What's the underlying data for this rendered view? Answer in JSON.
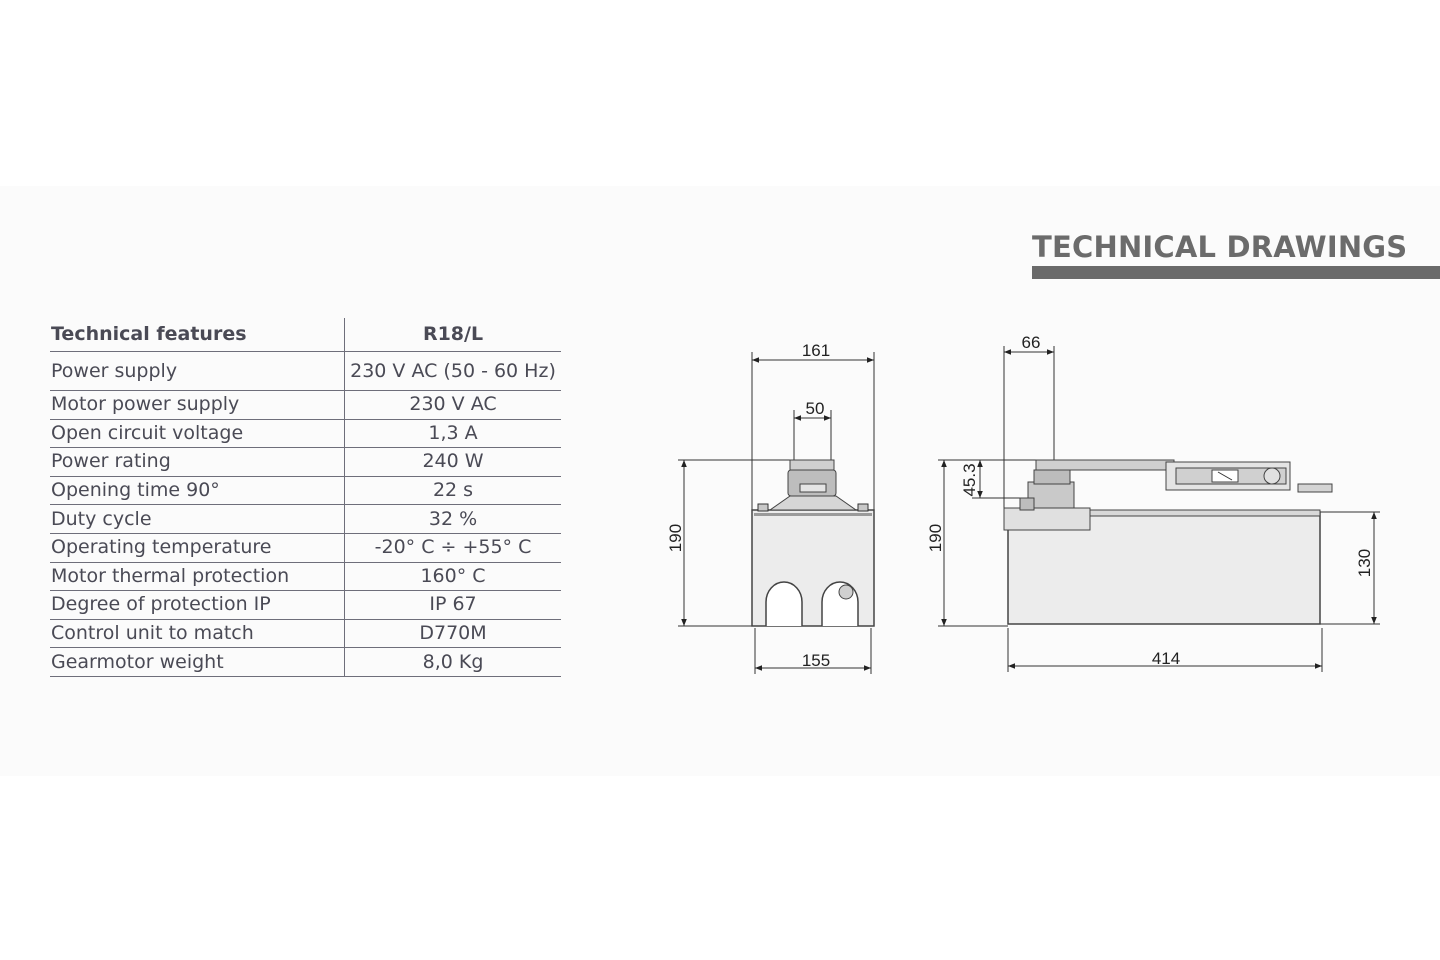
{
  "section": {
    "title": "TECHNICAL DRAWINGS"
  },
  "table": {
    "header": {
      "feature": "Technical features",
      "model": "R18/L"
    },
    "rows": [
      {
        "feature": "Power supply",
        "value": "230 V AC (50 - 60 Hz)"
      },
      {
        "feature": "Motor power supply",
        "value": "230 V AC"
      },
      {
        "feature": "Open circuit voltage",
        "value": "1,3 A"
      },
      {
        "feature": "Power rating",
        "value": "240 W"
      },
      {
        "feature": "Opening time 90°",
        "value": "22 s"
      },
      {
        "feature": "Duty cycle",
        "value": "32 %"
      },
      {
        "feature": "Operating temperature",
        "value": "-20° C ÷ +55° C"
      },
      {
        "feature": "Motor thermal protection",
        "value": "160° C"
      },
      {
        "feature": "Degree of protection IP",
        "value": "IP 67"
      },
      {
        "feature": "Control unit to match",
        "value": "D770M"
      },
      {
        "feature": "Gearmotor weight",
        "value": "8,0 Kg"
      }
    ]
  },
  "drawings": {
    "front": {
      "top_width": "161",
      "arm_width": "50",
      "height": "190",
      "bottom_width": "155"
    },
    "side": {
      "arm_offset": "66",
      "arm_height": "45.3",
      "height": "190",
      "body_height": "130",
      "length": "414"
    }
  }
}
